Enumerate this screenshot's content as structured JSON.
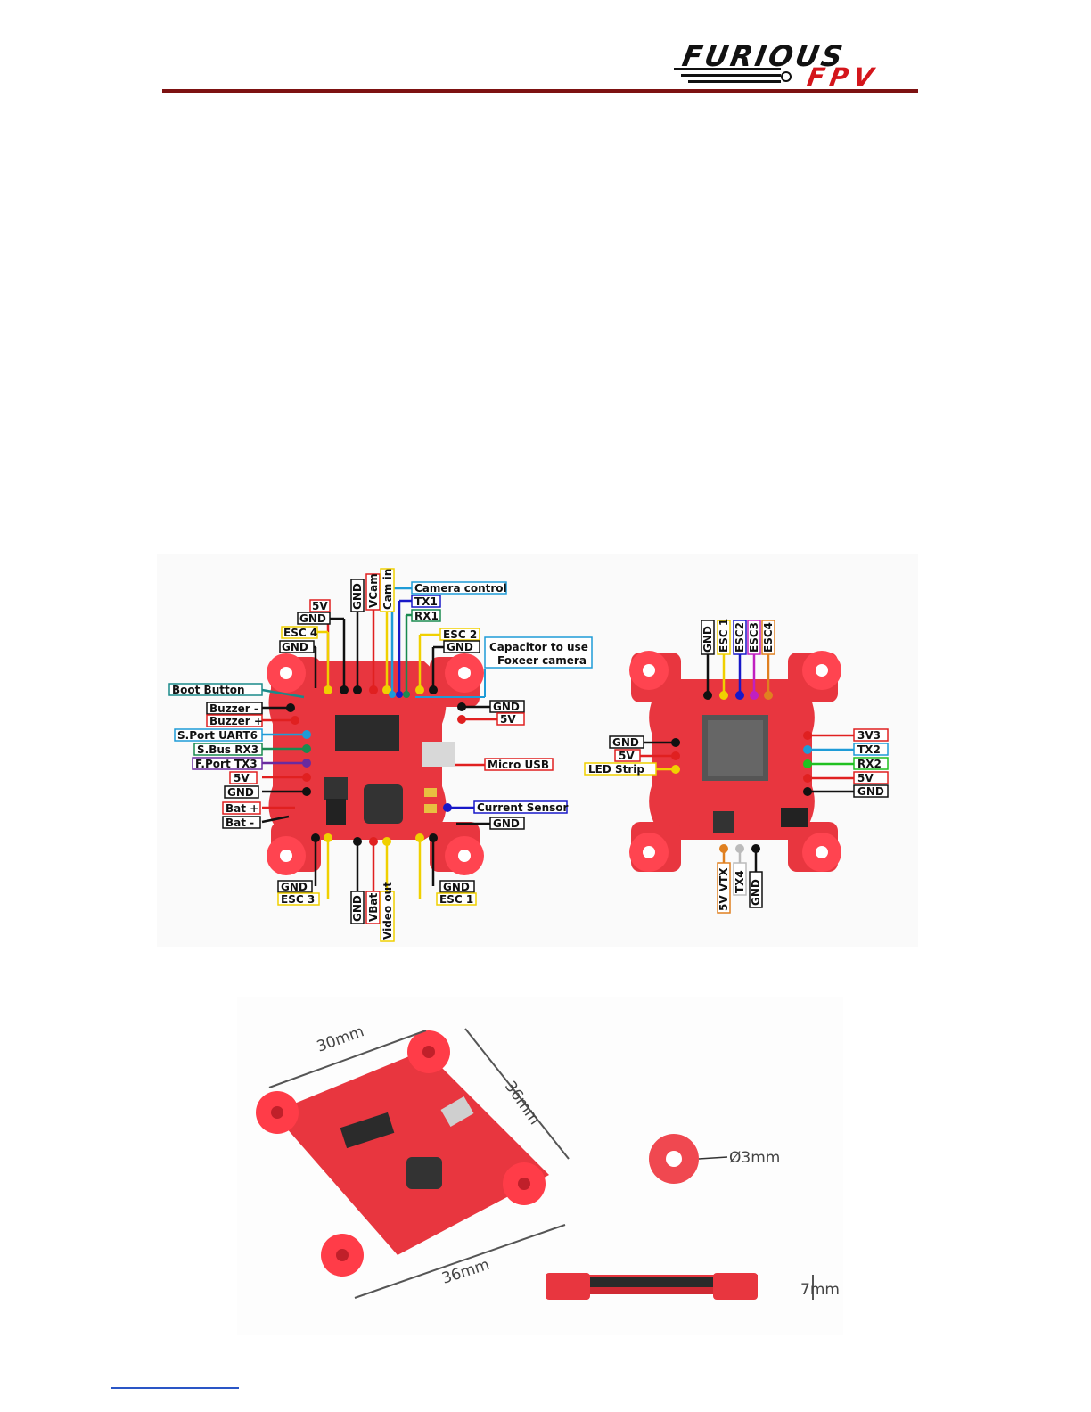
{
  "header": {
    "logo_word1": "FURIOUS",
    "logo_word2": "FPV",
    "brand_red": "#d4151b",
    "rule_color": "#7d1212"
  },
  "pinout": {
    "left_board": {
      "top_labels": [
        "5V",
        "GND",
        "ESC 4",
        "GND",
        "GND",
        "VCam",
        "Cam in",
        "Camera control",
        "TX1",
        "RX1",
        "ESC 2",
        "GND",
        "Capacitor to use Foxeer camera"
      ],
      "left_labels": [
        "Boot Button",
        "Buzzer -",
        "Buzzer +",
        "S.Port UART6",
        "S.Bus RX3",
        "F.Port TX3",
        "5V",
        "GND",
        "Bat +",
        "Bat -"
      ],
      "right_labels": [
        "GND",
        "5V",
        "Micro USB",
        "Current Sensor",
        "GND"
      ],
      "bottom_labels": [
        "GND",
        "ESC 3",
        "GND",
        "VBat",
        "Video out",
        "GND",
        "ESC 1"
      ]
    },
    "right_board": {
      "top_labels": [
        "GND",
        "ESC 1",
        "ESC2",
        "ESC3",
        "ESC4"
      ],
      "left_labels": [
        "GND",
        "5V",
        "LED Strip"
      ],
      "right_labels": [
        "3V3",
        "TX2",
        "RX2",
        "5V",
        "GND"
      ],
      "bottom_labels": [
        "5V VTX",
        "TX4",
        "GND"
      ]
    }
  },
  "dimensions": {
    "width": "30mm",
    "length_a": "36mm",
    "length_b": "36mm",
    "hole": "Ø3mm",
    "height": "7mm"
  }
}
